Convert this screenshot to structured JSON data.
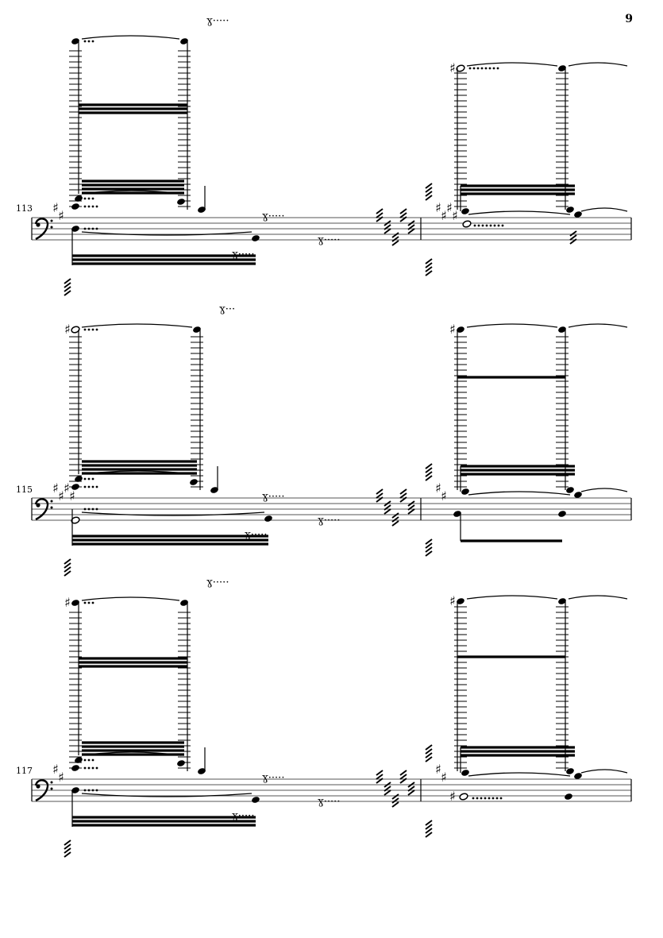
{
  "page": {
    "number": "9"
  },
  "systems": [
    {
      "measure_number": "113",
      "clef": "bass",
      "key_sharps": 2,
      "second_key_sharps": 4
    },
    {
      "measure_number": "115",
      "clef": "bass",
      "key_sharps": 4,
      "second_key_sharps": 2
    },
    {
      "measure_number": "117",
      "clef": "bass",
      "key_sharps": 2,
      "second_key_sharps": 2
    }
  ],
  "colors": {
    "ink": "#000000",
    "staff": "#555555"
  }
}
